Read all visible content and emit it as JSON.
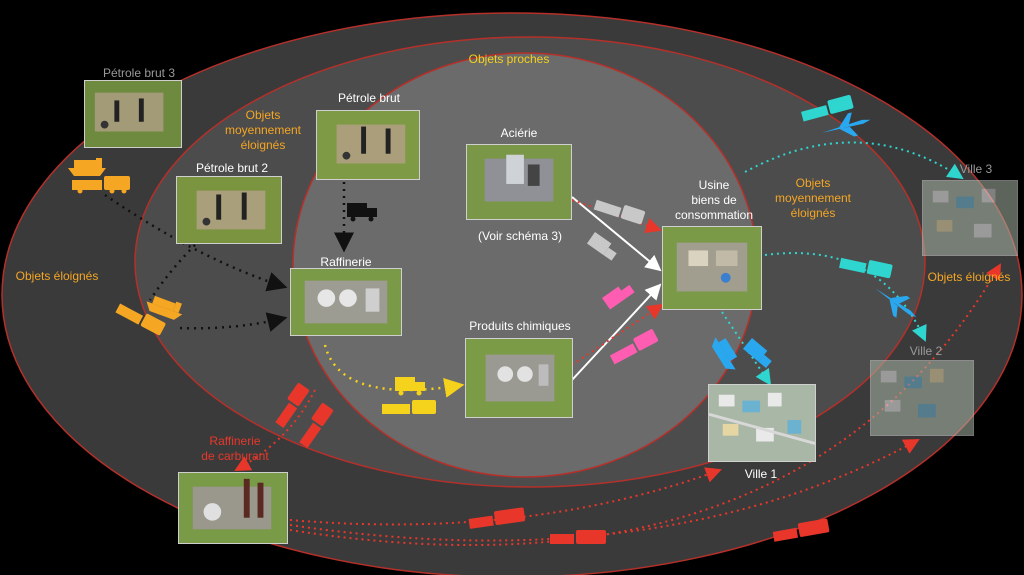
{
  "zones": {
    "near": "Objets proches",
    "mid_left": "Objets\nmoyennement\néloignés",
    "mid_right": "Objets\nmoyennement\néloignés",
    "far_left": "Objets éloignés",
    "far_right": "Objets éloignés"
  },
  "nodes": {
    "crude_oil_3": "Pétrole brut 3",
    "crude_oil_2": "Pétrole brut 2",
    "crude_oil": "Pétrole brut",
    "refinery": "Raffinerie",
    "steel_mill": "Aciérie",
    "steel_mill_note": "(Voir schéma 3)",
    "chemicals": "Produits chimiques",
    "goods_factory": "Usine\nbiens de\nconsommation",
    "fuel_refinery": "Raffinerie\nde carburant",
    "city_1": "Ville 1",
    "city_2": "Ville 2",
    "city_3": "Ville 3"
  },
  "colors": {
    "far_ring": "#3a3a3a",
    "mid_ring": "#4c4c4c",
    "near_circle": "#6b6b6b",
    "ring_border": "#b5302a",
    "oil_flow": "#f5a623",
    "refinery_flow": "#f5d21c",
    "steel_flow": "#c8c8c8",
    "chem_flow": "#ff5db1",
    "goods_flow": "#2fd6d0",
    "goods_flow_blue": "#2aa8ef",
    "fuel_flow": "#e8372a"
  }
}
